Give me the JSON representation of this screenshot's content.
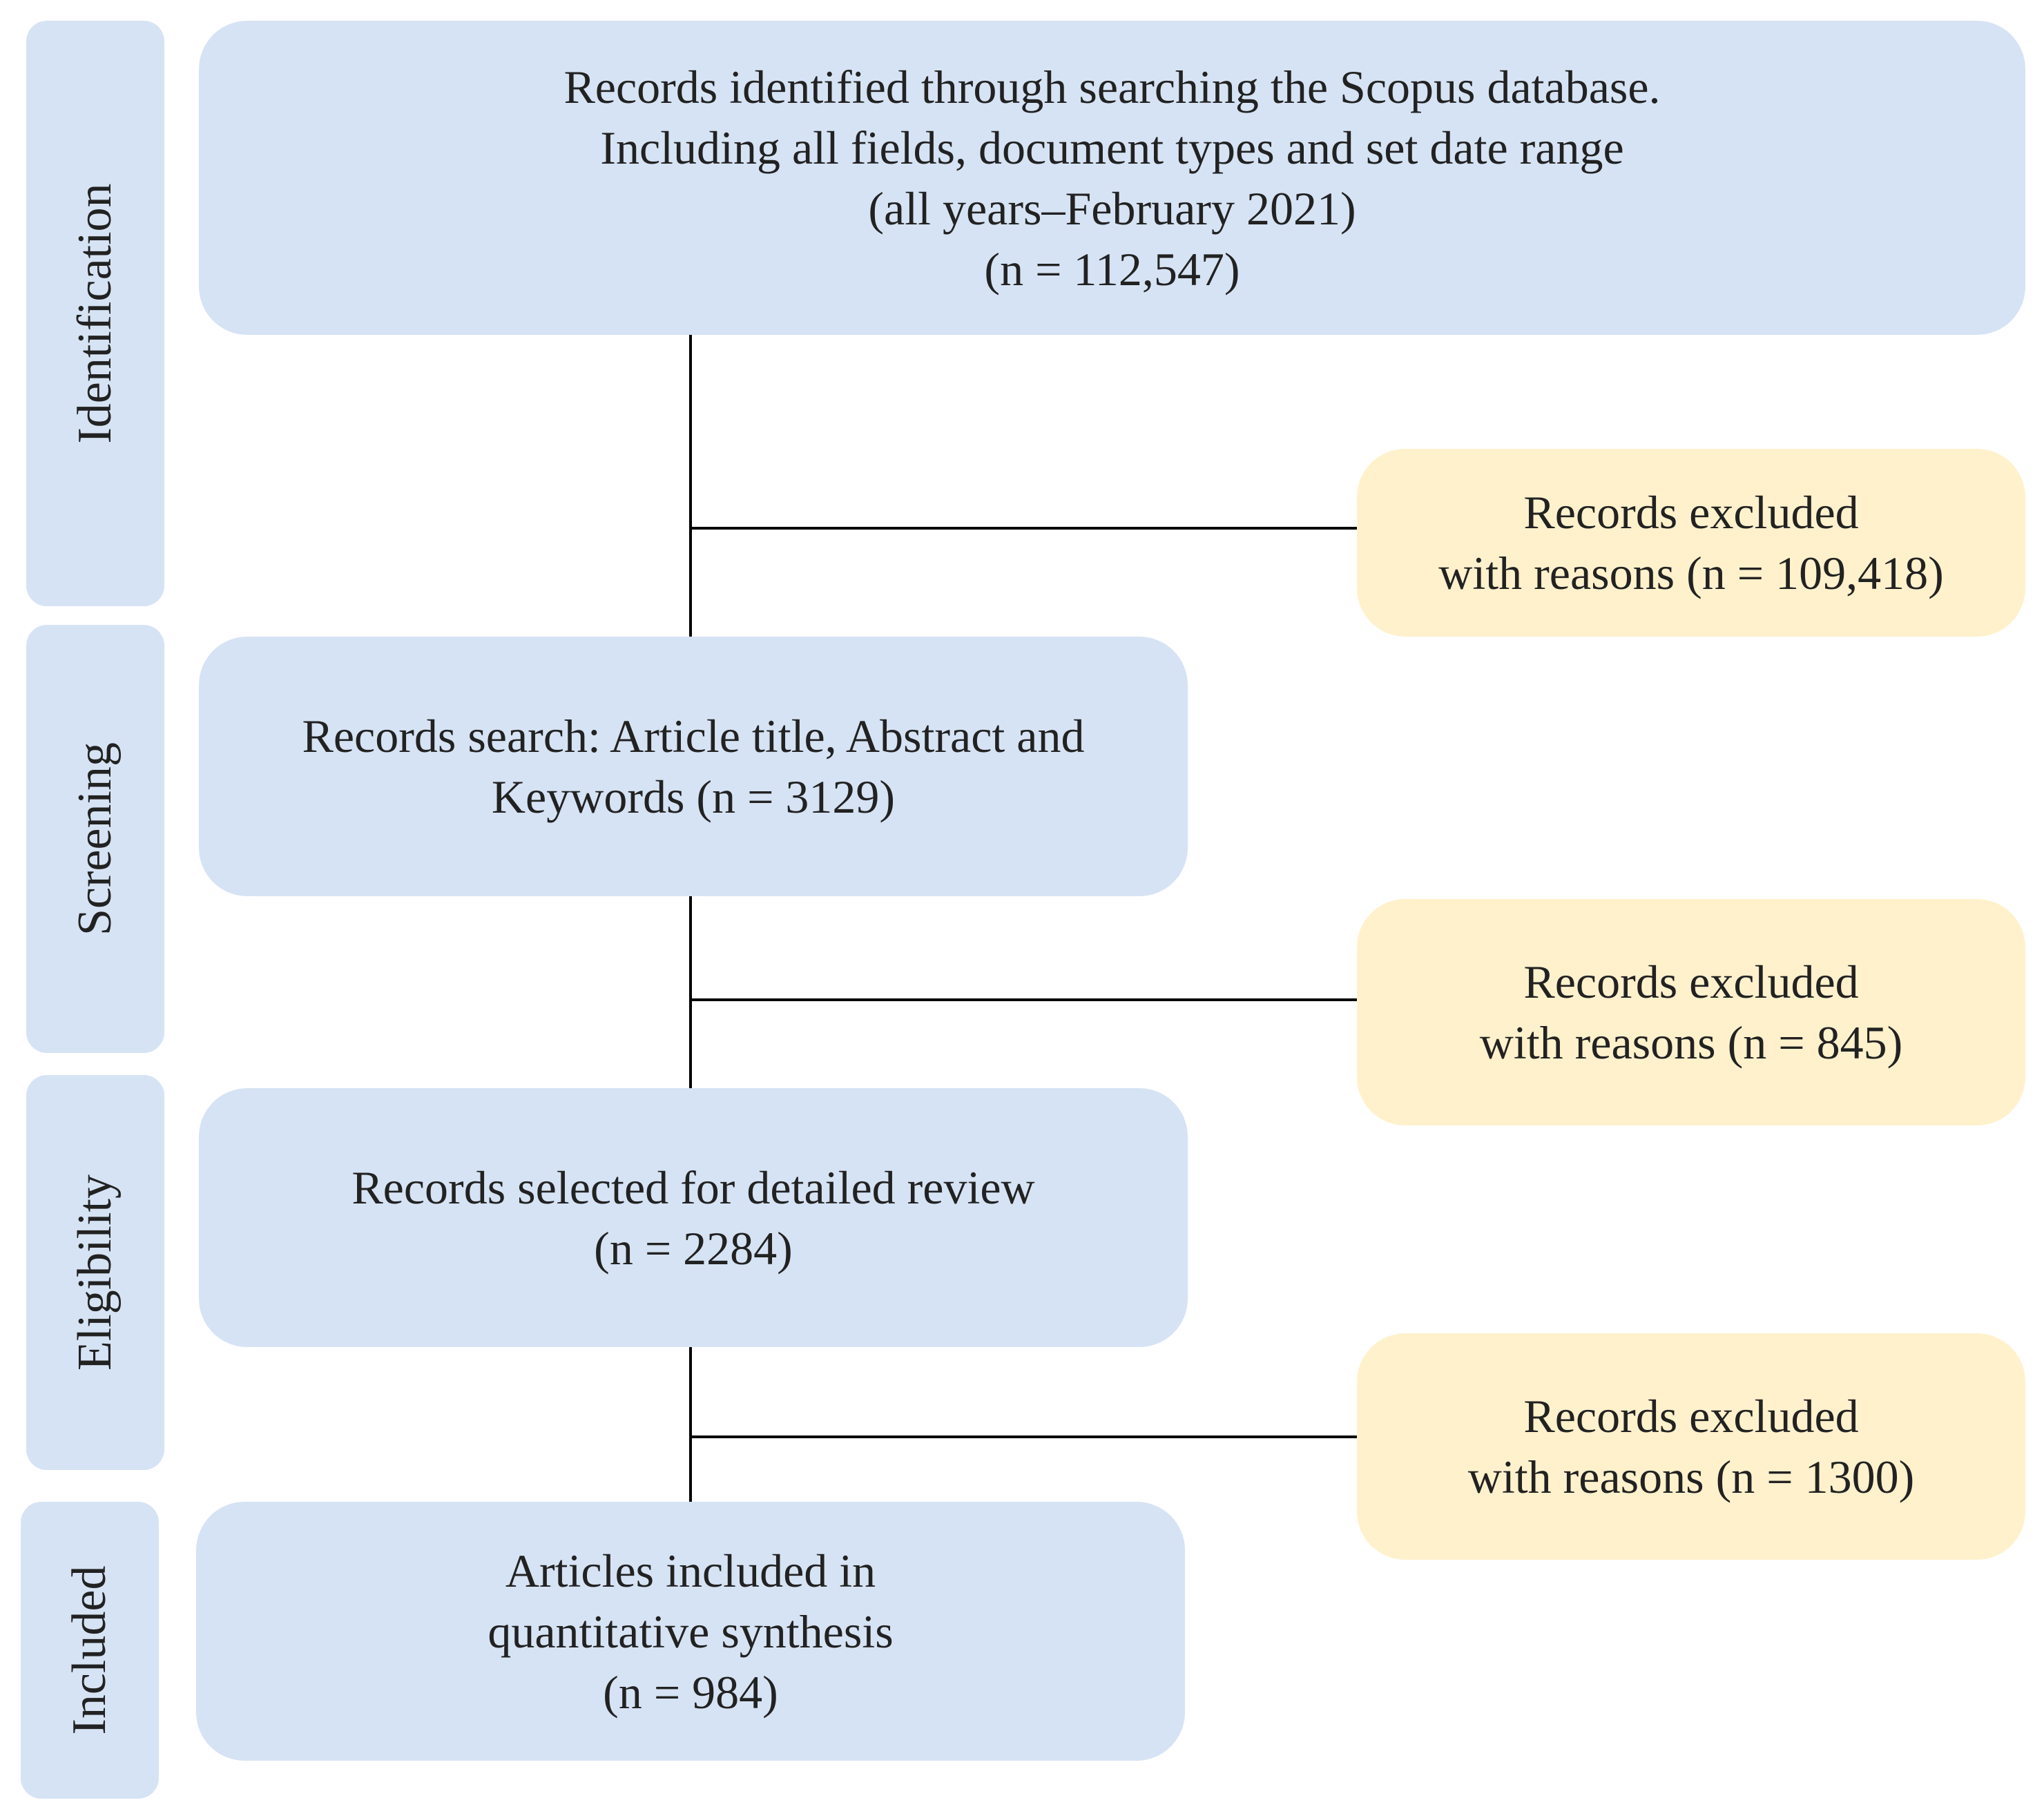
{
  "stages": [
    {
      "label": "Identification"
    },
    {
      "label": "Screening"
    },
    {
      "label": "Eligibility"
    },
    {
      "label": "Included"
    }
  ],
  "boxes": {
    "identified": {
      "lines": [
        "Records identified through searching the Scopus database.",
        "Including all fields, document types and set date range",
        "(all years–February 2021)",
        "(n = 112,547)"
      ]
    },
    "screening": {
      "lines": [
        "Records search: Article title, Abstract and",
        "Keywords (n = 3129)"
      ]
    },
    "eligibility": {
      "lines": [
        "Records selected for detailed review",
        "(n = 2284)"
      ]
    },
    "included": {
      "lines": [
        "Articles included in",
        "quantitative synthesis",
        "(n = 984)"
      ]
    }
  },
  "exclusions": [
    {
      "lines": [
        "Records excluded",
        "with reasons (n = 109,418)"
      ]
    },
    {
      "lines": [
        "Records excluded",
        "with reasons (n = 845)"
      ]
    },
    {
      "lines": [
        "Records excluded",
        "with reasons (n = 1300)"
      ]
    }
  ],
  "colors": {
    "main_box": "#d6e3f4",
    "exclusion_box": "#fff1cc",
    "connector": "#000000"
  }
}
